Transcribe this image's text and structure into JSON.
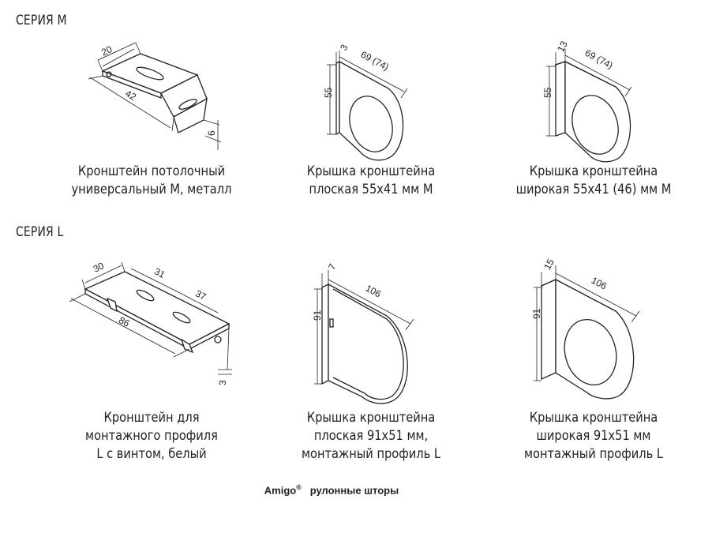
{
  "series_m": {
    "title": "СЕРИЯ M",
    "items": [
      {
        "caption": [
          "Кронштейн потолочный",
          "универсальный M, металл"
        ],
        "dims": [
          "20",
          "42",
          "6"
        ]
      },
      {
        "caption": [
          "Крышка кронштейна",
          "плоская 55х41 мм M"
        ],
        "dims": [
          "3",
          "69 (74)",
          "55"
        ]
      },
      {
        "caption": [
          "Крышка кронштейна",
          "широкая 55х41 (46) мм M"
        ],
        "dims": [
          "13",
          "69 (74)",
          "55"
        ]
      }
    ]
  },
  "series_l": {
    "title": "СЕРИЯ L",
    "items": [
      {
        "caption": [
          "Кронштейн для",
          "монтажного профиля",
          "L с винтом, белый"
        ],
        "dims": [
          "30",
          "31",
          "37",
          "86",
          "3"
        ]
      },
      {
        "caption": [
          "Крышка кронштейна",
          "плоская 91х51 мм,",
          "монтажный профиль L"
        ],
        "dims": [
          "7",
          "106",
          "91"
        ]
      },
      {
        "caption": [
          "Крышка кронштейна",
          "широкая 91х51 мм",
          "монтажный профиль L"
        ],
        "dims": [
          "15",
          "106",
          "91"
        ]
      }
    ]
  },
  "footer": {
    "brand": "Amigo",
    "mark": "®",
    "text": "рулонные шторы"
  }
}
